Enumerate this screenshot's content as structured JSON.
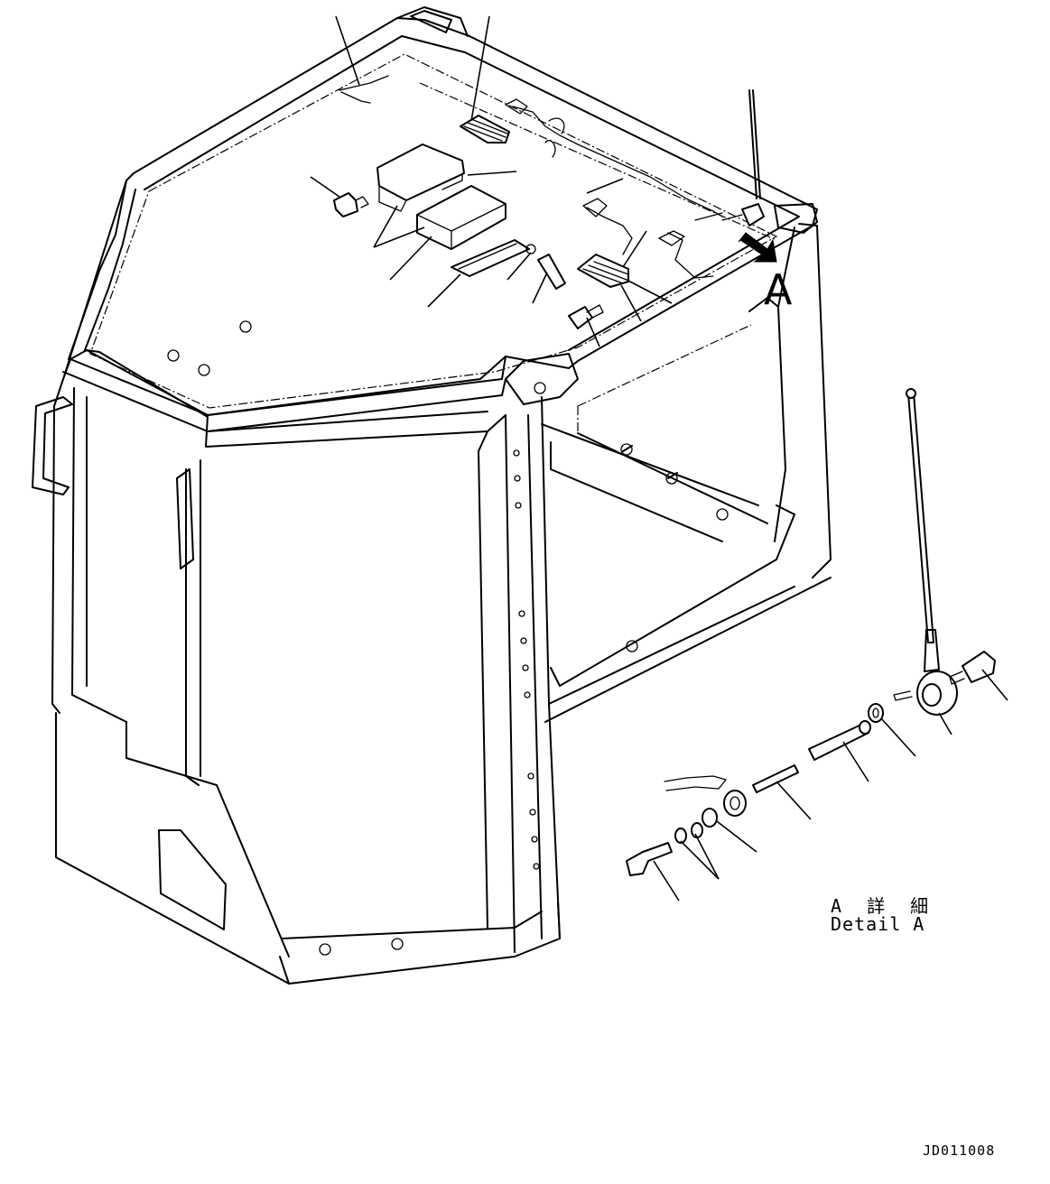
{
  "view_marker": "A",
  "detail_caption": {
    "japanese": "A 詳 細",
    "english": "Detail A"
  },
  "drawing_number": "JD011008",
  "icons": {
    "view_arrow": "view-direction-arrow-icon"
  }
}
